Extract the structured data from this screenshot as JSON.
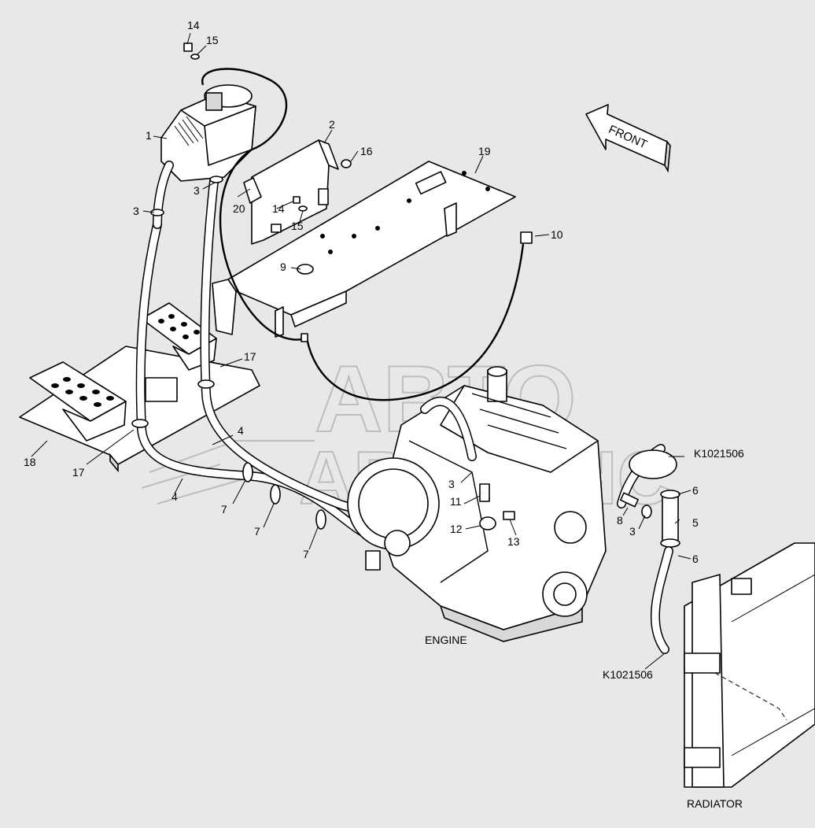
{
  "callouts": {
    "c1": "1",
    "c2": "2",
    "c3a": "3",
    "c3b": "3",
    "c3c": "3",
    "c3d": "3",
    "c4a": "4",
    "c4b": "4",
    "c5": "5",
    "c6a": "6",
    "c6b": "6",
    "c7a": "7",
    "c7b": "7",
    "c7c": "7",
    "c8": "8",
    "c9": "9",
    "c10": "10",
    "c11": "11",
    "c12": "12",
    "c13": "13",
    "c14a": "14",
    "c14b": "14",
    "c15a": "15",
    "c15b": "15",
    "c16": "16",
    "c17a": "17",
    "c17b": "17",
    "c18": "18",
    "c19": "19",
    "c20": "20"
  },
  "part_refs": {
    "ref_top": "K1021506",
    "ref_bottom": "K1021506"
  },
  "captions": {
    "engine": "ENGINE",
    "radiator": "RADIATOR"
  },
  "direction_arrow": {
    "label": "FRONT"
  },
  "watermark": {
    "line1": "АВТО",
    "line2": "АВТОСНС"
  }
}
